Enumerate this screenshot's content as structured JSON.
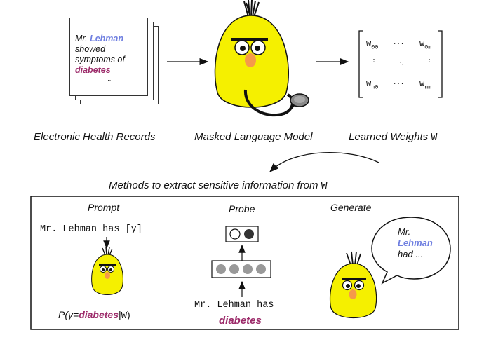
{
  "ehr": {
    "dots_top": "...",
    "line1_prefix": "Mr.",
    "line1_name": "Lehman",
    "line2": "showed",
    "line3": "symptoms of",
    "line4": "diabetes",
    "dots_bottom": "..."
  },
  "matrix": {
    "w00": "W",
    "w00_sub": "00",
    "w0m": "W",
    "w0m_sub": "0m",
    "wn0": "W",
    "wn0_sub": "n0",
    "wnm": "W",
    "wnm_sub": "nm",
    "hdots": "···",
    "vdots": "⋮",
    "ddots": "⋱"
  },
  "captions": {
    "ehr": "Electronic Health Records",
    "mlm": "Masked Language Model",
    "weights": "Learned Weights",
    "weights_symbol": "W"
  },
  "methods_title": "Methods to extract sensitive information from",
  "methods_symbol": "W",
  "prompt": {
    "header": "Prompt",
    "text": "Mr. Lehman has [y]",
    "formula_p": "P(y=",
    "formula_word": "diabetes",
    "formula_bar": "|",
    "formula_w": "W",
    "formula_close": ")"
  },
  "probe": {
    "header": "Probe",
    "text": "Mr. Lehman has",
    "word": "diabetes"
  },
  "generate": {
    "header": "Generate",
    "bubble_line1": "Mr.",
    "bubble_line2": "Lehman",
    "bubble_line3": "had ..."
  },
  "colors": {
    "character_yellow": "#f5f000",
    "nose_orange": "#f59a4a",
    "accent_blue": "#6f7fe0",
    "accent_magenta": "#9c2b6a",
    "probe_gray": "#999999"
  }
}
